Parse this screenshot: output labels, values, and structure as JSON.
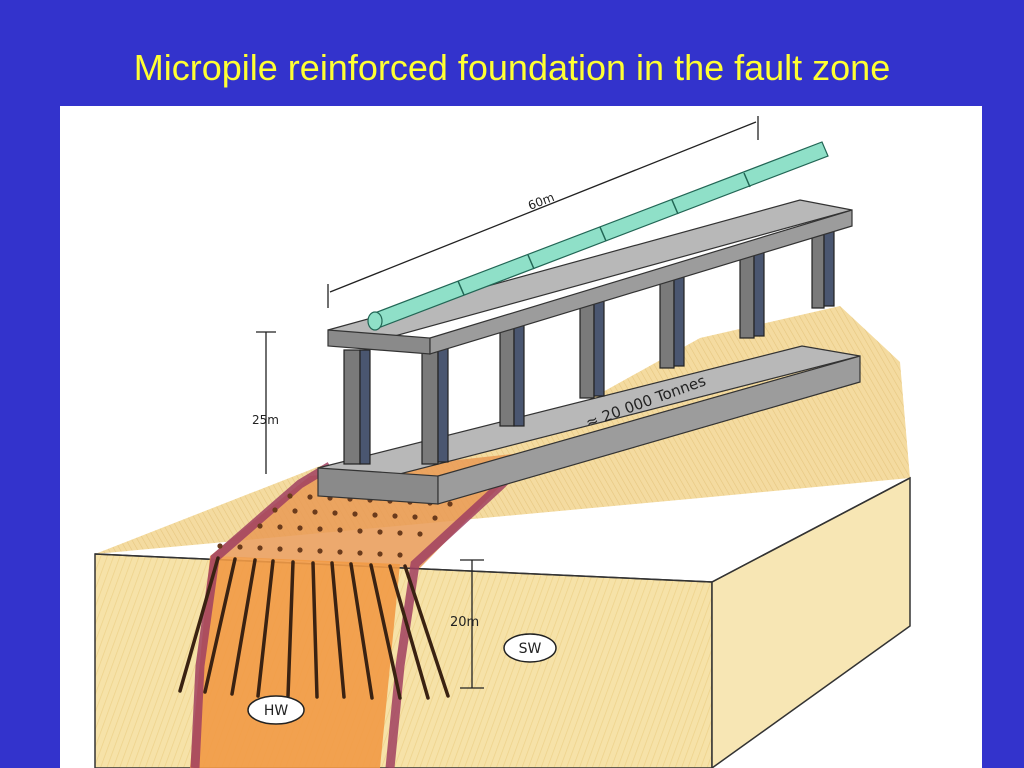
{
  "slide": {
    "title": "Micropile reinforced foundation in the fault zone",
    "colors": {
      "background": "#3333cc",
      "title": "#ffff33",
      "pipe": "#8fe0c8",
      "concrete": "#8a8a8a",
      "column": "#4a5670",
      "ground": "#f6e2a8",
      "fault_zone": "#f5a050",
      "fault_boundary": "#a04060"
    }
  },
  "diagram": {
    "dim_length": "60m",
    "dim_height": "25m",
    "load_label": "≈ 20 000  Tonnes",
    "dim_depth": "20m",
    "label_sw": "SW",
    "label_hw": "HW"
  }
}
